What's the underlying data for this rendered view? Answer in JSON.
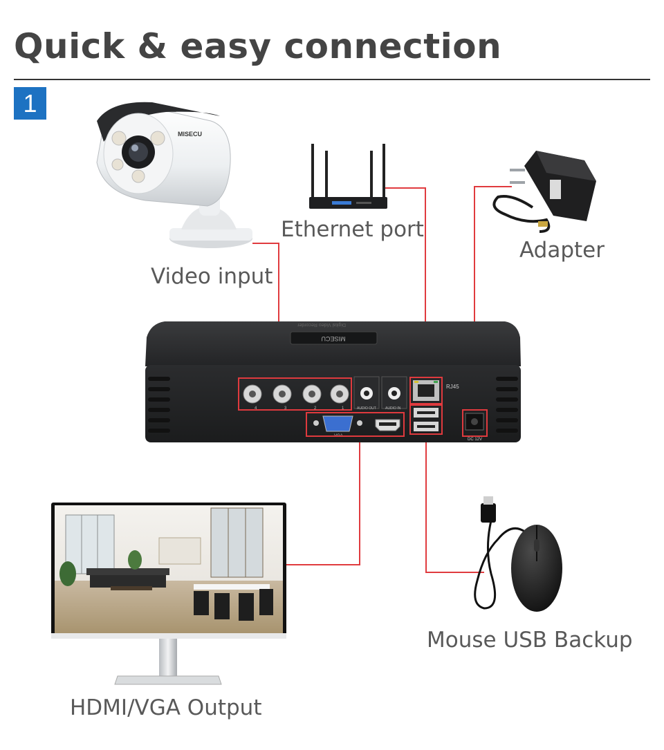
{
  "header": {
    "title": "Quick & easy connection",
    "step_number": "1"
  },
  "labels": {
    "video_input": "Video input",
    "ethernet_port": "Ethernet port",
    "adapter": "Adapter",
    "hdmi_vga_output": "HDMI/VGA Output",
    "mouse_usb": "Mouse USB Backup"
  },
  "dvr": {
    "brand": "MISECU",
    "port_labels": {
      "rj45": "RJ45",
      "audio_out": "AUDIO OUT",
      "audio_in": "AUDIO IN",
      "vga": "VGA",
      "dc": "DC 12V",
      "bnc_1": "4",
      "bnc_2": "3",
      "bnc_3": "2",
      "bnc_4": "1"
    }
  },
  "camera": {
    "brand": "MISECU"
  },
  "colors": {
    "connector_line": "#e03a3e",
    "step_badge": "#1d72c2",
    "title": "#444444",
    "label": "#595959"
  }
}
